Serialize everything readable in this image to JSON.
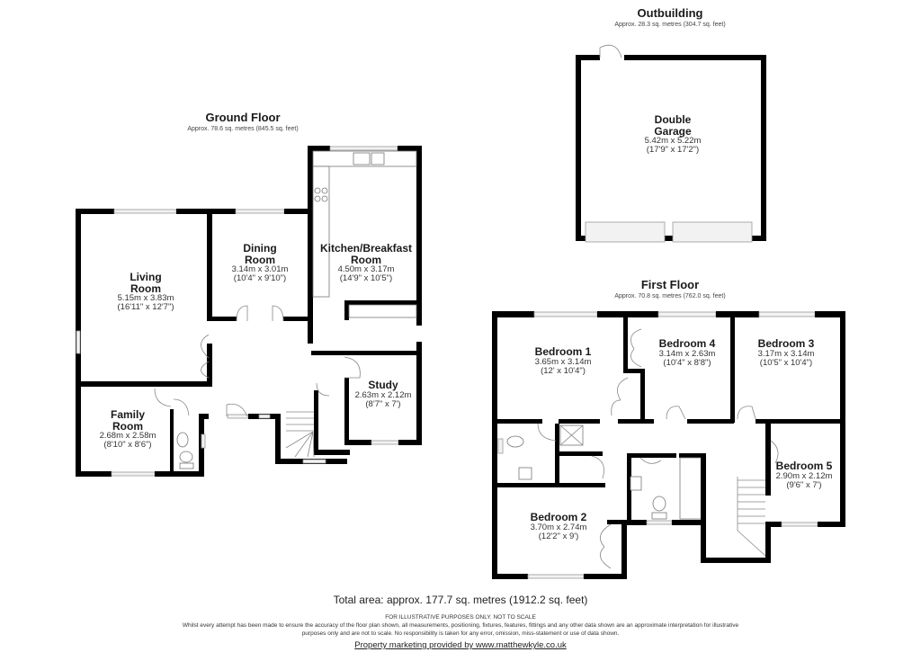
{
  "outbuilding": {
    "title": "Outbuilding",
    "area": "Approx. 28.3 sq. metres (304.7 sq. feet)",
    "rooms": [
      {
        "name_line1": "Double",
        "name_line2": "Garage",
        "metric": "5.42m x 5.22m",
        "imperial": "(17'9\" x 17'2\")"
      }
    ]
  },
  "ground_floor": {
    "title": "Ground Floor",
    "area": "Approx. 78.6 sq. metres (845.5 sq. feet)",
    "rooms": [
      {
        "name_line1": "Living",
        "name_line2": "Room",
        "metric": "5.15m x 3.83m",
        "imperial": "(16'11\" x 12'7\")"
      },
      {
        "name_line1": "Dining",
        "name_line2": "Room",
        "metric": "3.14m x 3.01m",
        "imperial": "(10'4\" x 9'10\")"
      },
      {
        "name_line1": "Kitchen/Breakfast",
        "name_line2": "Room",
        "metric": "4.50m x 3.17m",
        "imperial": "(14'9\" x 10'5\")"
      },
      {
        "name_line1": "Family",
        "name_line2": "Room",
        "metric": "2.68m x 2.58m",
        "imperial": "(8'10\" x 8'6\")"
      },
      {
        "name_line1": "Study",
        "name_line2": "",
        "metric": "2.63m x 2.12m",
        "imperial": "(8'7\" x 7')"
      }
    ]
  },
  "first_floor": {
    "title": "First Floor",
    "area": "Approx. 70.8 sq. metres (762.0 sq. feet)",
    "rooms": [
      {
        "name_line1": "Bedroom 1",
        "metric": "3.65m x 3.14m",
        "imperial": "(12' x 10'4\")"
      },
      {
        "name_line1": "Bedroom 4",
        "metric": "3.14m x 2.63m",
        "imperial": "(10'4\" x 8'8\")"
      },
      {
        "name_line1": "Bedroom 3",
        "metric": "3.17m x 3.14m",
        "imperial": "(10'5\" x 10'4\")"
      },
      {
        "name_line1": "Bedroom 5",
        "metric": "2.90m x 2.12m",
        "imperial": "(9'6\" x 7')"
      },
      {
        "name_line1": "Bedroom 2",
        "metric": "3.70m x 2.74m",
        "imperial": "(12'2\" x 9')"
      }
    ]
  },
  "footer": {
    "total_area": "Total area: approx. 177.7 sq. metres (1912.2 sq. feet)",
    "not_to_scale": "FOR ILLUSTRATIVE PURPOSES ONLY. NOT TO SCALE",
    "disclaimer": "Whilst every attempt has been made to ensure the accuracy of the floor plan shown, all measurements, positioning, fixtures, features, fittings and any other data shown are an approximate interpretation for illustrative purposes only and are not to scale. No responsibility is taken for any error, omission, miss-statement or use of data shown.",
    "credit": "Property marketing provided by www.matthewkyle.co.uk"
  }
}
